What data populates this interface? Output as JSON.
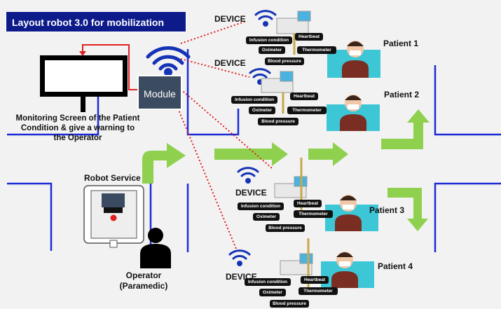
{
  "title": "Layout robot 3.0 for mobilization",
  "module_label": "Module",
  "monitor_label": "Monitoring Screen of the Patient Condition & give a warning to the Operator",
  "robot_label": "Robot Service",
  "operator_label": "Operator (Paramedic)",
  "device_label": "DEVICE",
  "sensors": {
    "infusion": "Infusion condition",
    "heartbeat": "Heartbeat",
    "oximeter": "Oximeter",
    "thermometer": "Thermometer",
    "blood_pressure": "Blood pressure"
  },
  "patients": [
    {
      "label": "Patient 1"
    },
    {
      "label": "Patient 2"
    },
    {
      "label": "Patient 3"
    },
    {
      "label": "Patient 4"
    }
  ],
  "colors": {
    "wall": "#1b2bd6",
    "arrow": "#8fd14f",
    "link": "#e02020",
    "wifi": "#1533b5",
    "patient_bg": "#3cc6d6",
    "title_bg": "#0d1a8a"
  }
}
